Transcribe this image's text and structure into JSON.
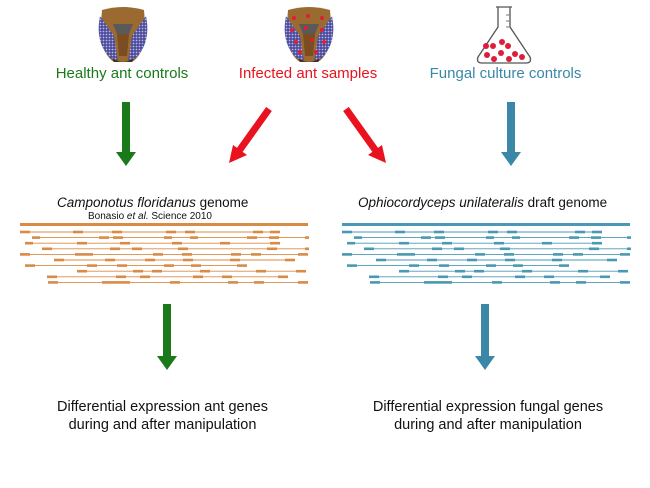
{
  "colors": {
    "ant": "#1a7a1a",
    "infected": "#e8131e",
    "fungal": "#3a87a8",
    "ant_genome": "#d98b45",
    "fungal_genome": "#4a99b3",
    "red_dot": "#dd1d3a"
  },
  "sources": [
    {
      "id": "healthy",
      "label": "Healthy ant controls",
      "icon": "ant-head-icon"
    },
    {
      "id": "infected",
      "label": "Infected ant samples",
      "icon": "infected-ant-head-icon"
    },
    {
      "id": "fungal",
      "label": "Fungal culture controls",
      "icon": "flask-icon"
    }
  ],
  "genomes": {
    "ant": {
      "species": "Camponotus floridanus",
      "suffix": " genome",
      "citation_author": "Bonasio ",
      "citation_etal": "et al.",
      "citation_rest": " Science 2010"
    },
    "fungal": {
      "species": "Ophiocordyceps unilateralis",
      "suffix": " draft genome"
    }
  },
  "results": {
    "ant": {
      "line1": "Differential expression ant genes",
      "line2": "during and after manipulation"
    },
    "fungal": {
      "line1": "Differential expression fungal genes",
      "line2": "during and after manipulation"
    }
  }
}
